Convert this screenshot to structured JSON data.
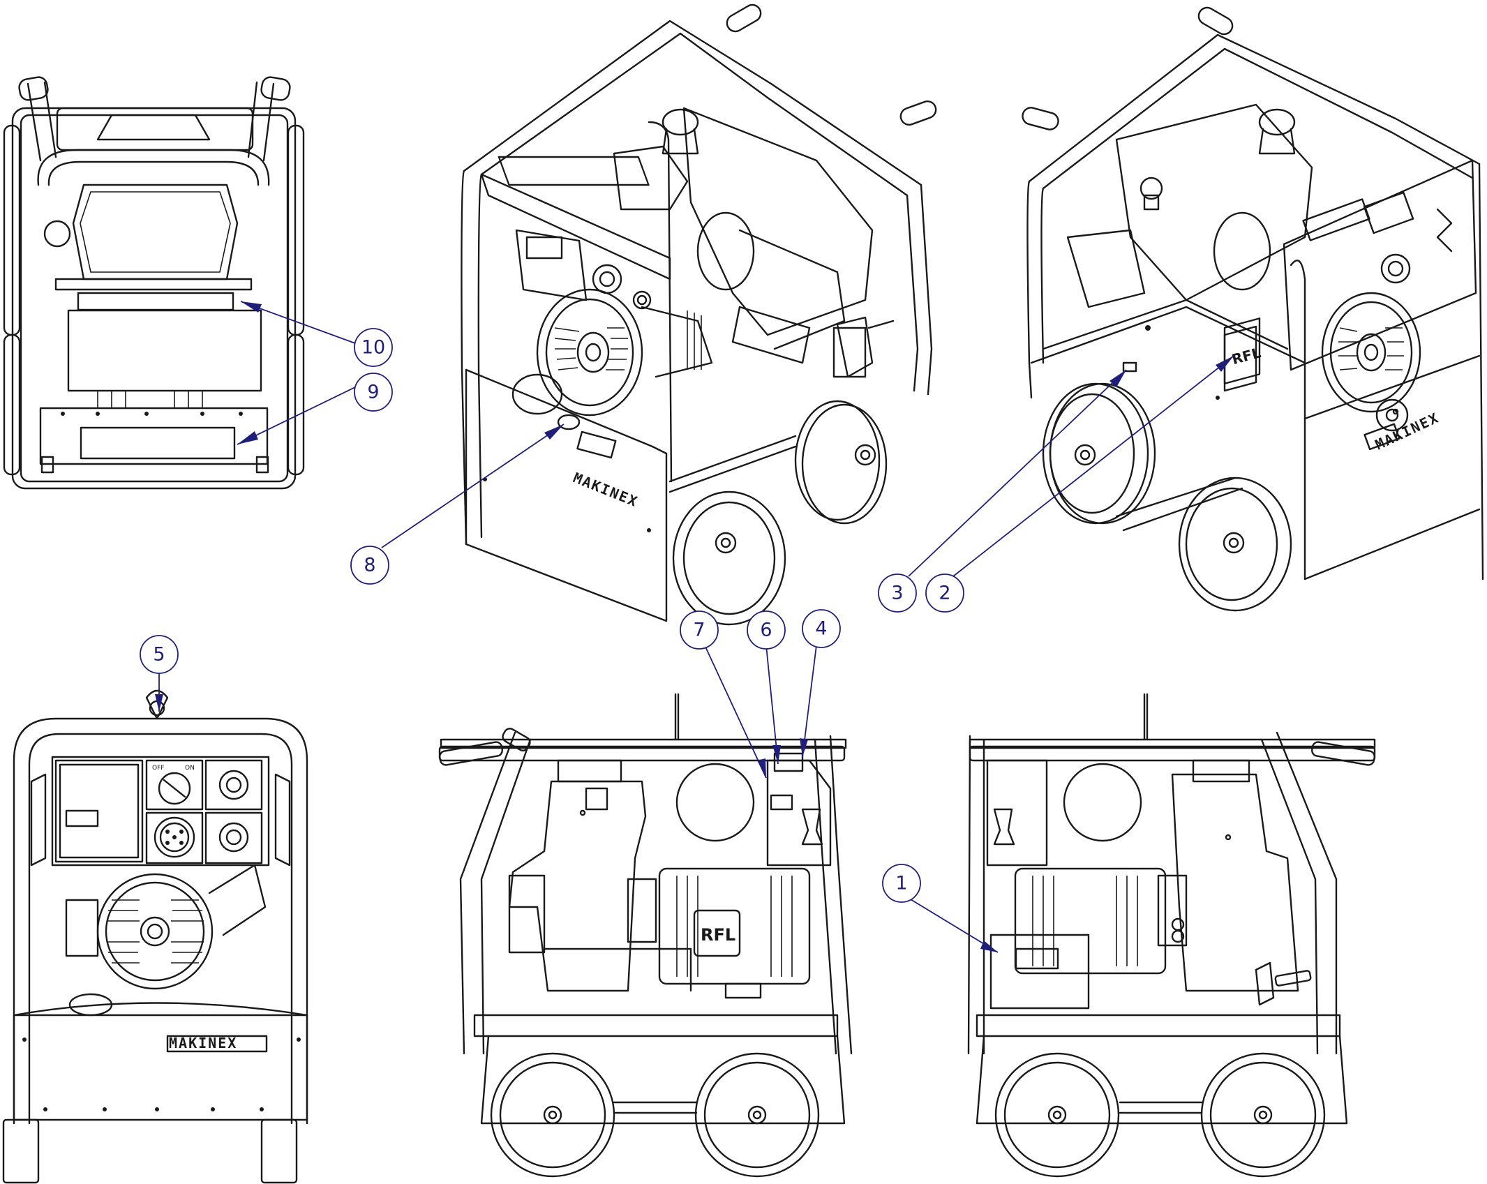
{
  "brand_text": "MAKINEX",
  "motor_label": "RFL",
  "switch_labels": {
    "off": "OFF",
    "on": "ON"
  },
  "colors": {
    "linework": "#1a1a1a",
    "callout": "#1f1f7a",
    "background": "#ffffff"
  },
  "callouts": [
    {
      "id": "1",
      "label": "1"
    },
    {
      "id": "2",
      "label": "2"
    },
    {
      "id": "3",
      "label": "3"
    },
    {
      "id": "4",
      "label": "4"
    },
    {
      "id": "5",
      "label": "5"
    },
    {
      "id": "6",
      "label": "6"
    },
    {
      "id": "7",
      "label": "7"
    },
    {
      "id": "8",
      "label": "8"
    },
    {
      "id": "9",
      "label": "9"
    },
    {
      "id": "10",
      "label": "10"
    }
  ]
}
